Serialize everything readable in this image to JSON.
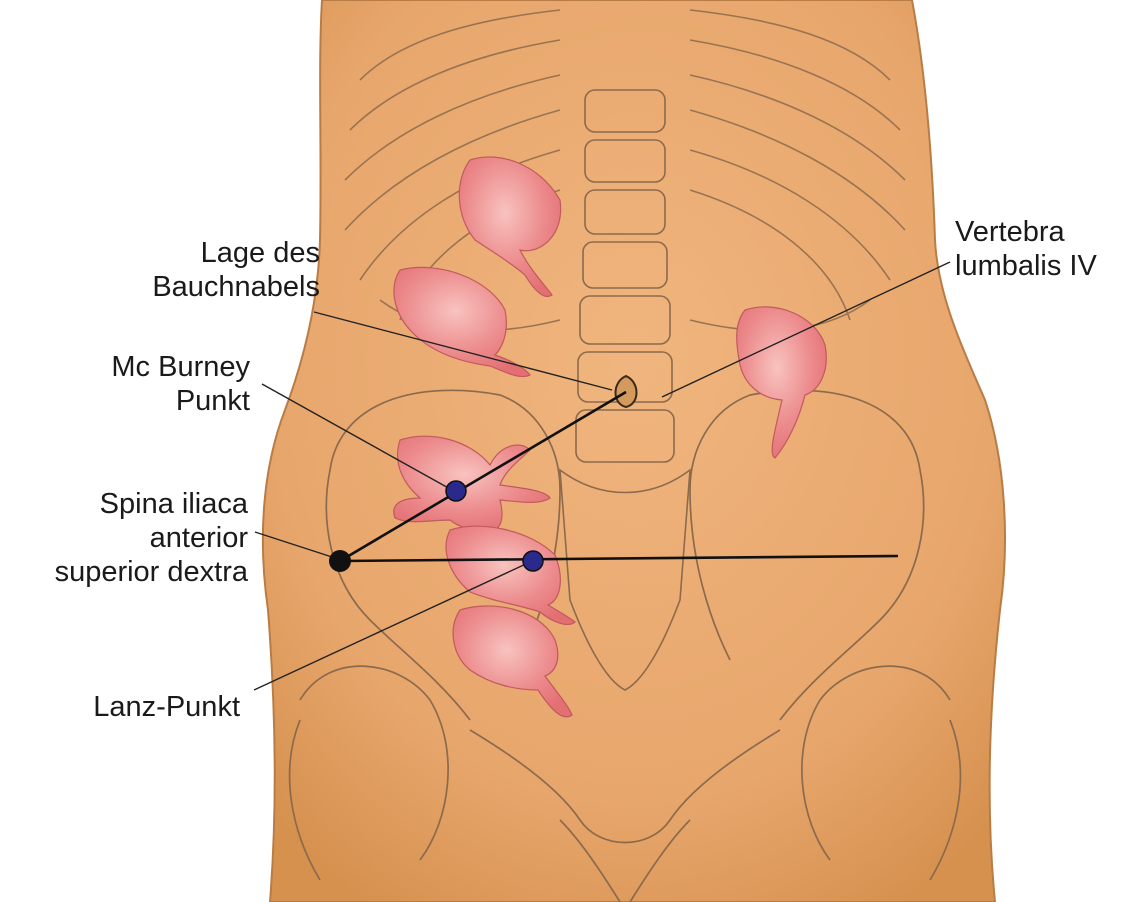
{
  "labels": {
    "navel": [
      "Lage des",
      "Bauchnabels"
    ],
    "mcburney": [
      "Mc Burney",
      "Punkt"
    ],
    "spina": [
      "Spina iliaca",
      "anterior",
      "superior dextra"
    ],
    "lanz": [
      "Lanz-Punkt"
    ],
    "vertebra": [
      "Vertebra",
      "lumbalis IV"
    ]
  },
  "colors": {
    "skin": "#e7a66c",
    "skin_dark": "#c98646",
    "bone_line": "#8c6a4c",
    "appendix": "#e77b7f",
    "appendix_light": "#f6b7b3",
    "point_blue": "#2a2a8c",
    "point_black": "#111111",
    "leader_line": "#222222"
  }
}
